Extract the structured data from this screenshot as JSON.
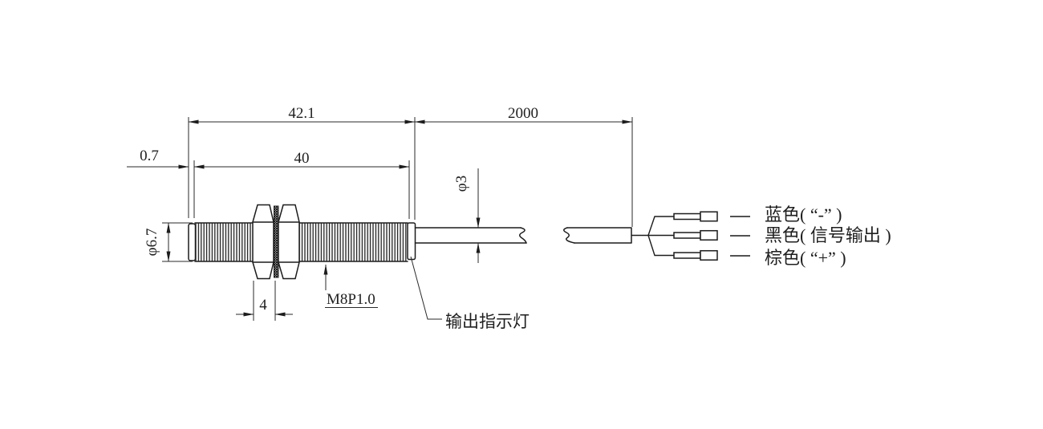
{
  "page": {
    "background": "#ffffff",
    "line_color": "#1c1c1c"
  },
  "dimensions": {
    "overall_length": "42.1",
    "cable_length": "2000",
    "head_protrusion": "0.7",
    "thread_length": "40",
    "nut_width": "4",
    "body_diameter": "φ6.7",
    "cable_diameter": "φ3",
    "thread_spec": "M8P1.0"
  },
  "callouts": {
    "indicator_light": "输出指示灯"
  },
  "wires": [
    {
      "label": "蓝色( “-” )"
    },
    {
      "label": "黑色( 信号输出 )"
    },
    {
      "label": "棕色( “+” )"
    }
  ]
}
